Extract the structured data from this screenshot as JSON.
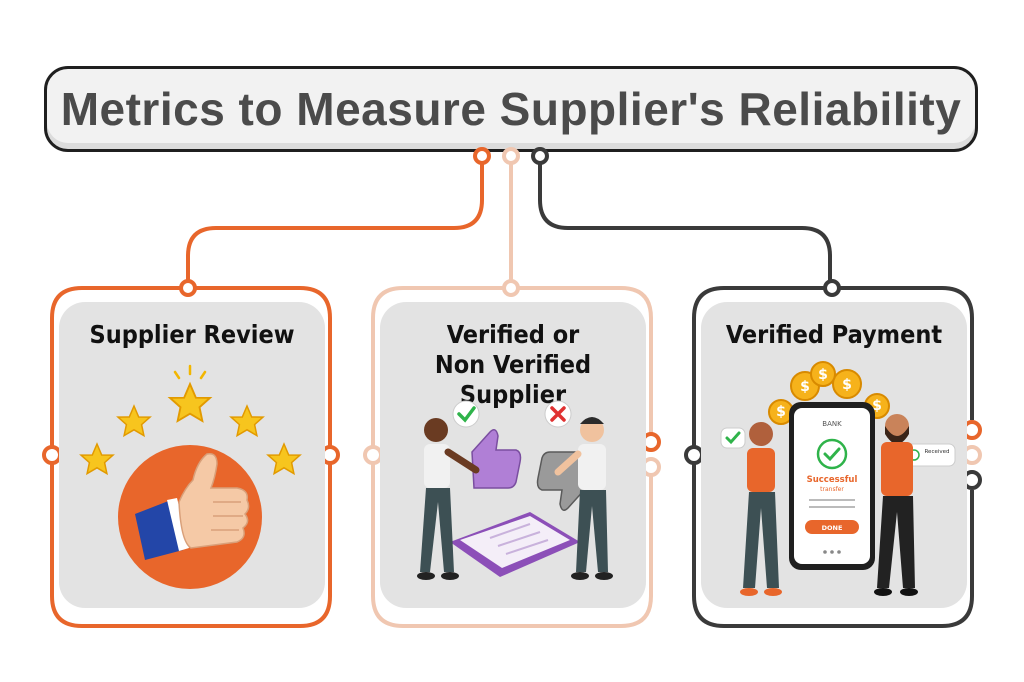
{
  "title": "Metrics to Measure Supplier's Reliability",
  "cards": [
    {
      "title": "Supplier Review",
      "accent": "#e8662b",
      "icon": "thumbs-up-with-stars"
    },
    {
      "title_line1": "Verified or",
      "title_line2": "Non Verified Supplier",
      "accent": "#f0c7b1",
      "icon": "verified-vs-non-verified-people"
    },
    {
      "title": "Verified Payment",
      "accent": "#3a3a3a",
      "icon": "phone-successful-transfer",
      "phone": {
        "bank_label": "BANK",
        "status_title": "Successful",
        "status_sub": "transfer",
        "button_label": "DONE",
        "received_label": "Received"
      }
    }
  ],
  "colors": {
    "orange": "#e8662b",
    "peach": "#f0c7b1",
    "dark": "#3a3a3a",
    "card_bg": "#e3e3e3",
    "title_text": "#4b4b4b"
  }
}
